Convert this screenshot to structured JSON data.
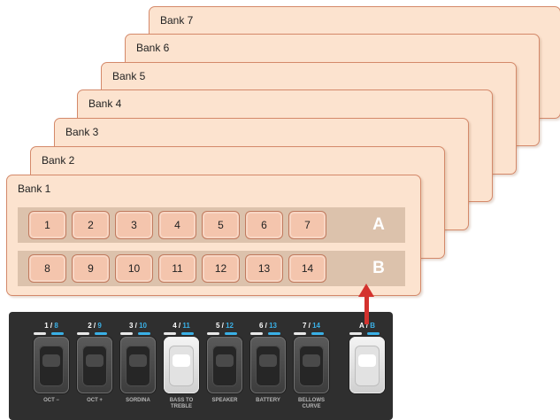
{
  "banks": [
    {
      "title": "Bank 1"
    },
    {
      "title": "Bank 2"
    },
    {
      "title": "Bank 3"
    },
    {
      "title": "Bank 4"
    },
    {
      "title": "Bank 5"
    },
    {
      "title": "Bank 6"
    },
    {
      "title": "Bank 7"
    }
  ],
  "rows": [
    {
      "letter": "A",
      "buttons": [
        "1",
        "2",
        "3",
        "4",
        "5",
        "6",
        "7"
      ]
    },
    {
      "letter": "B",
      "buttons": [
        "8",
        "9",
        "10",
        "11",
        "12",
        "13",
        "14"
      ]
    }
  ],
  "panel": {
    "switches": [
      {
        "num": "1",
        "alt": "8",
        "label": "OCT −",
        "on": false
      },
      {
        "num": "2",
        "alt": "9",
        "label": "OCT +",
        "on": false
      },
      {
        "num": "3",
        "alt": "10",
        "label": "SORDINA",
        "on": false
      },
      {
        "num": "4",
        "alt": "11",
        "label": "BASS TO TREBLE",
        "on": true
      },
      {
        "num": "5",
        "alt": "12",
        "label": "SPEAKER",
        "on": false
      },
      {
        "num": "6",
        "alt": "13",
        "label": "BATTERY",
        "on": false
      },
      {
        "num": "7",
        "alt": "14",
        "label": "BELLOWS CURVE",
        "on": false
      }
    ],
    "ab_switch": {
      "num": "A",
      "alt": "B",
      "on": true
    }
  },
  "colors": {
    "bank_fill": "#fce3cf",
    "bank_border": "#d4896a",
    "row_band": "#dcc2ac",
    "button_fill": "#f4c5ad",
    "arrow": "#d4322e",
    "panel": "#2f2f2f",
    "alt_number": "#3ab0e6"
  }
}
